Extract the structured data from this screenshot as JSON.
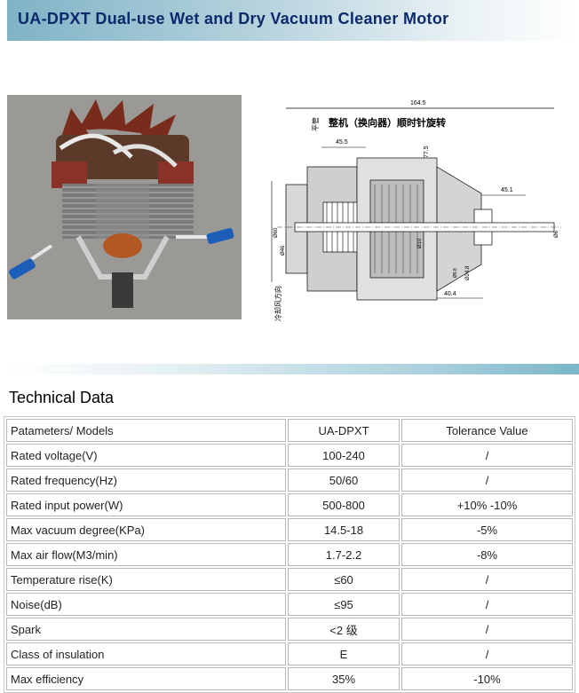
{
  "header": {
    "title": "UA-DPXT Dual-use Wet and Dry Vacuum Cleaner Motor"
  },
  "drawing": {
    "title": "整机（换向器）顺时针旋转",
    "side_label": "平管",
    "airflow_label": "冷却风方向",
    "dims": {
      "overall": "164.5",
      "d1": "45.5",
      "d2": "77.5",
      "d3": "45.1",
      "d4": "40.4",
      "dia_60": "Ø60",
      "dia_46": "Ø46",
      "dia_10": "Ø10",
      "dia_248": "Ø24.8",
      "dia_mid": "Ø9.8",
      "shaft": "Ø6"
    }
  },
  "section": {
    "title": "Technical Data"
  },
  "table": {
    "headers": [
      "Patameters/ Models",
      "UA-DPXT",
      "Tolerance Value"
    ],
    "rows": [
      [
        "Rated voltage(V)",
        "100-240",
        "/"
      ],
      [
        "Rated frequency(Hz)",
        "50/60",
        "/"
      ],
      [
        "Rated input power(W)",
        "500-800",
        "+10% -10%"
      ],
      [
        "Max vacuum degree(KPa)",
        "14.5-18",
        "-5%"
      ],
      [
        "Max air flow(M3/min)",
        "1.7-2.2",
        "-8%"
      ],
      [
        "Temperature rise(K)",
        "≤60",
        "/"
      ],
      [
        "Noise(dB)",
        "≤95",
        "/"
      ],
      [
        "Spark",
        "<2 级",
        "/"
      ],
      [
        "Class of insulation",
        "E",
        "/"
      ],
      [
        "Max efficiency",
        "35%",
        "-10%"
      ]
    ]
  },
  "colors": {
    "title_text": "#0a2a6b",
    "title_gradient_start": "#7fb3c6",
    "divider_end": "#7bb6c9"
  }
}
